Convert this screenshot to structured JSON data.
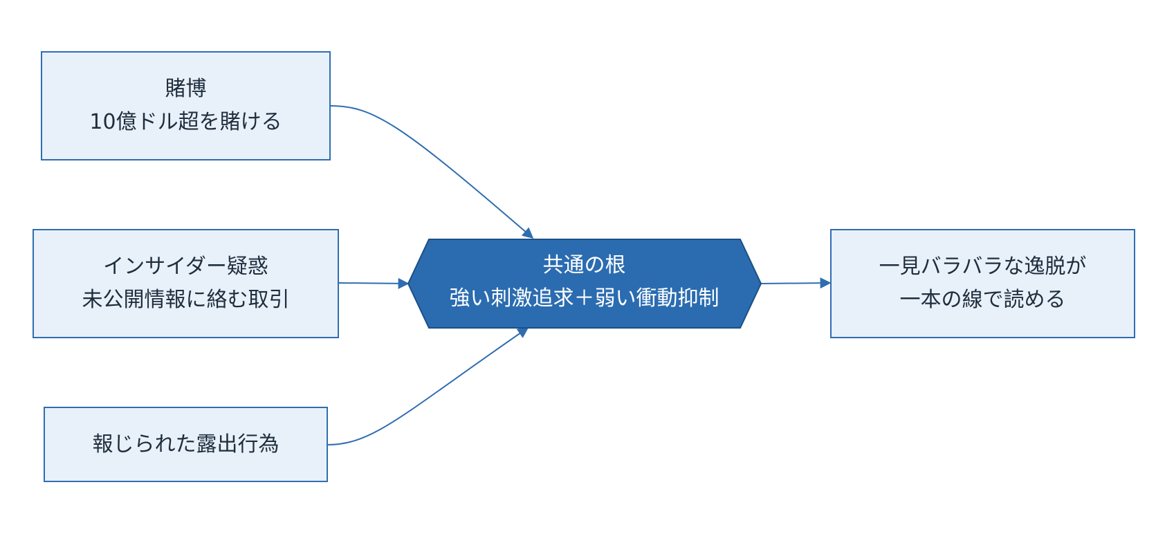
{
  "colors": {
    "box_fill": "#e8f1fa",
    "box_border": "#2f6db0",
    "hub_fill": "#2b6cb0",
    "hub_border": "#1c4f86",
    "arrow": "#2f6db0",
    "text_dark": "#1f2d3d",
    "text_light": "#ffffff"
  },
  "nodes": {
    "gambling": {
      "line1": "賭博",
      "line2": "10億ドル超を賭ける"
    },
    "insider": {
      "line1": "インサイダー疑惑",
      "line2": "未公開情報に絡む取引"
    },
    "exposure": {
      "line1": "報じられた露出行為"
    },
    "root": {
      "line1": "共通の根",
      "line2": "強い刺激追求＋弱い衝動抑制"
    },
    "conclusion": {
      "line1": "一見バラバラな逸脱が",
      "line2": "一本の線で読める"
    }
  }
}
